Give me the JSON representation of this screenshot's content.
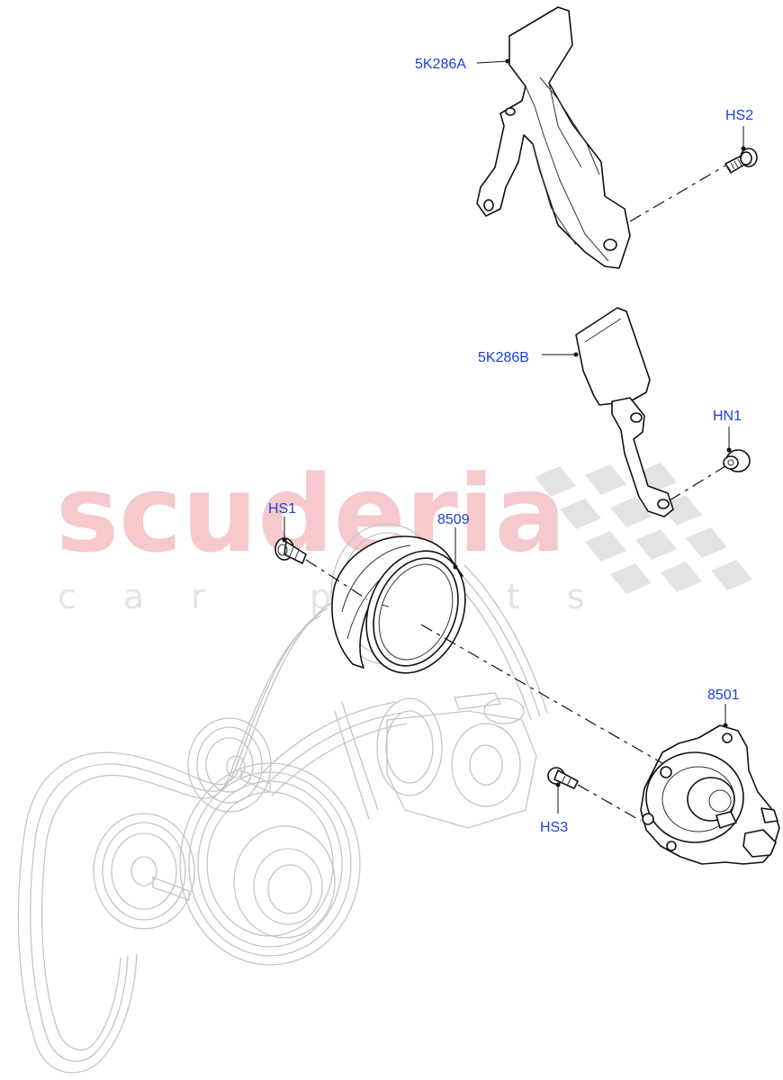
{
  "watermark": {
    "brand": "scuderia",
    "tagline": "car parts"
  },
  "callouts": [
    {
      "id": "5K286A",
      "label": "5K286A"
    },
    {
      "id": "HS2",
      "label": "HS2"
    },
    {
      "id": "5K286B",
      "label": "5K286B"
    },
    {
      "id": "HN1",
      "label": "HN1"
    },
    {
      "id": "HS1",
      "label": "HS1"
    },
    {
      "id": "8509",
      "label": "8509"
    },
    {
      "id": "8501",
      "label": "8501"
    },
    {
      "id": "HS3",
      "label": "HS3"
    }
  ],
  "colors": {
    "label": "#1a3fe0",
    "watermark_red": "#f6c9cc",
    "watermark_gray": "#e4e4e4",
    "ghost_line": "#c4c4c4",
    "part_line": "#111111"
  }
}
